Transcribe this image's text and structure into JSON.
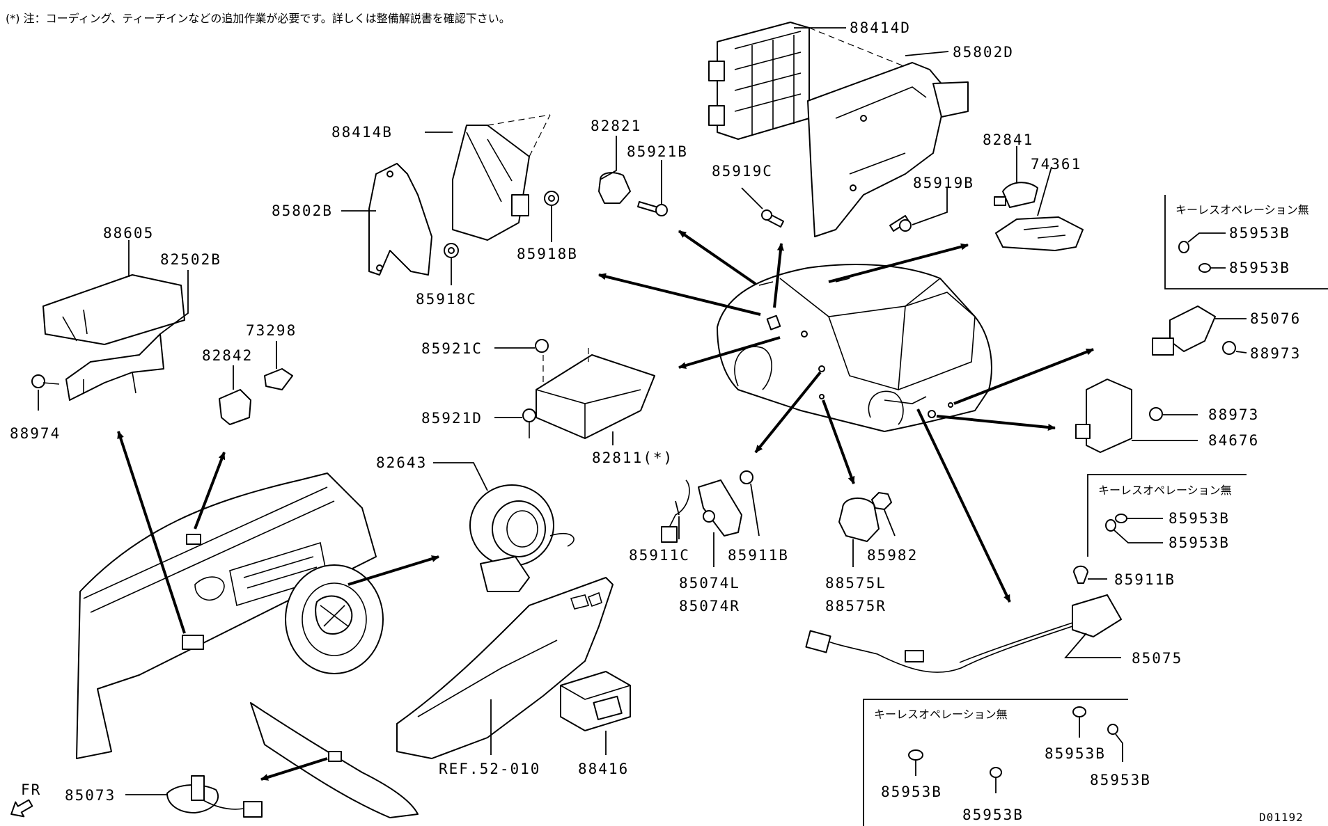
{
  "note": "(*) 注：コーディング、ティーチインなどの追加作業が必要です。詳しくは整備解説書を確認下さい。",
  "diagram_id": "D01192",
  "direction": "FR",
  "keyless_boxes": [
    {
      "title": "キーレスオペレーション無",
      "parts": [
        "85953B",
        "85953B"
      ]
    },
    {
      "title": "キーレスオペレーション無",
      "parts": [
        "85953B",
        "85953B"
      ]
    },
    {
      "title": "キーレスオペレーション無",
      "parts": [
        "85953B",
        "85953B",
        "85953B",
        "85953B"
      ]
    }
  ],
  "labels": {
    "p88414D": "88414D",
    "p85802D": "85802D",
    "p88414B": "88414B",
    "p85802B": "85802B",
    "p85918B": "85918B",
    "p85918C": "85918C",
    "p82821": "82821",
    "p85921B": "85921B",
    "p85919C": "85919C",
    "p85919B": "85919B",
    "p82841": "82841",
    "p74361": "74361",
    "p88605": "88605",
    "p82502B": "82502B",
    "p88974": "88974",
    "p73298": "73298",
    "p82842": "82842",
    "p85921C": "85921C",
    "p85921D": "85921D",
    "p82811": "82811(*)",
    "p85076": "85076",
    "p88973a": "88973",
    "p88973b": "88973",
    "p84676": "84676",
    "p82643": "82643",
    "p85911C": "85911C",
    "p85911Ba": "85911B",
    "p85074L": "85074L",
    "p85074R": "85074R",
    "p85982": "85982",
    "p88575L": "88575L",
    "p88575R": "88575R",
    "p85911Bb": "85911B",
    "p85075": "85075",
    "pREF": "REF.52-010",
    "p88416": "88416",
    "p85073": "85073"
  }
}
